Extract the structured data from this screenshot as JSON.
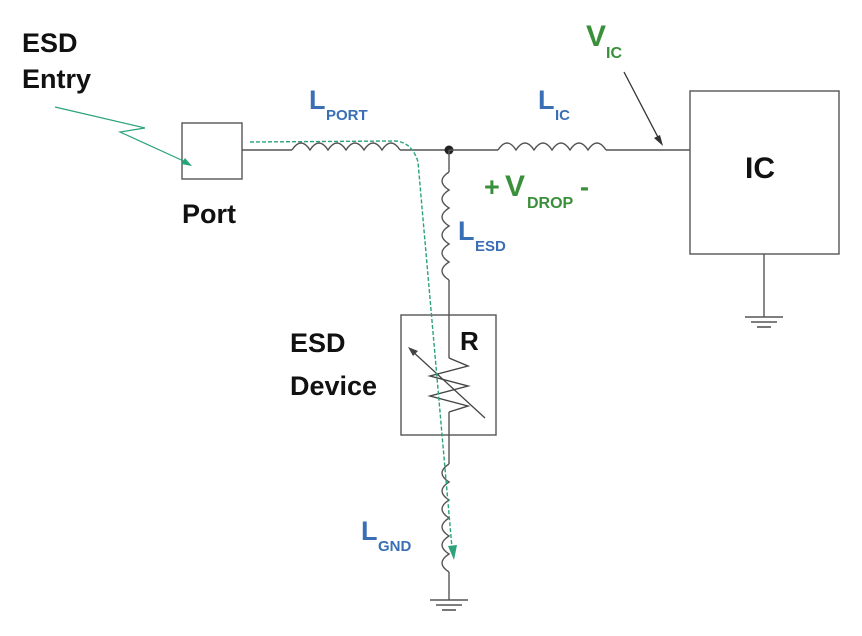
{
  "labels": {
    "esd_entry_line1": "ESD",
    "esd_entry_line2": "Entry",
    "port": "Port",
    "l_port_main": "L",
    "l_port_sub": "PORT",
    "l_ic_main": "L",
    "l_ic_sub": "IC",
    "v_ic_main": "V",
    "v_ic_sub": "IC",
    "ic": "IC",
    "v_drop_plus": "+",
    "v_drop_main": "V",
    "v_drop_sub": "DROP",
    "v_drop_minus": "-",
    "l_esd_main": "L",
    "l_esd_sub": "ESD",
    "esd_device_line1": "ESD",
    "esd_device_line2": "Device",
    "r": "R",
    "l_gnd_main": "L",
    "l_gnd_sub": "GND"
  },
  "colors": {
    "black_text": "#111111",
    "inductor_label": "#3a6fb5",
    "voltage_label": "#3a8f3a",
    "esd_path": "#2aa37a",
    "wire": "#555555"
  }
}
